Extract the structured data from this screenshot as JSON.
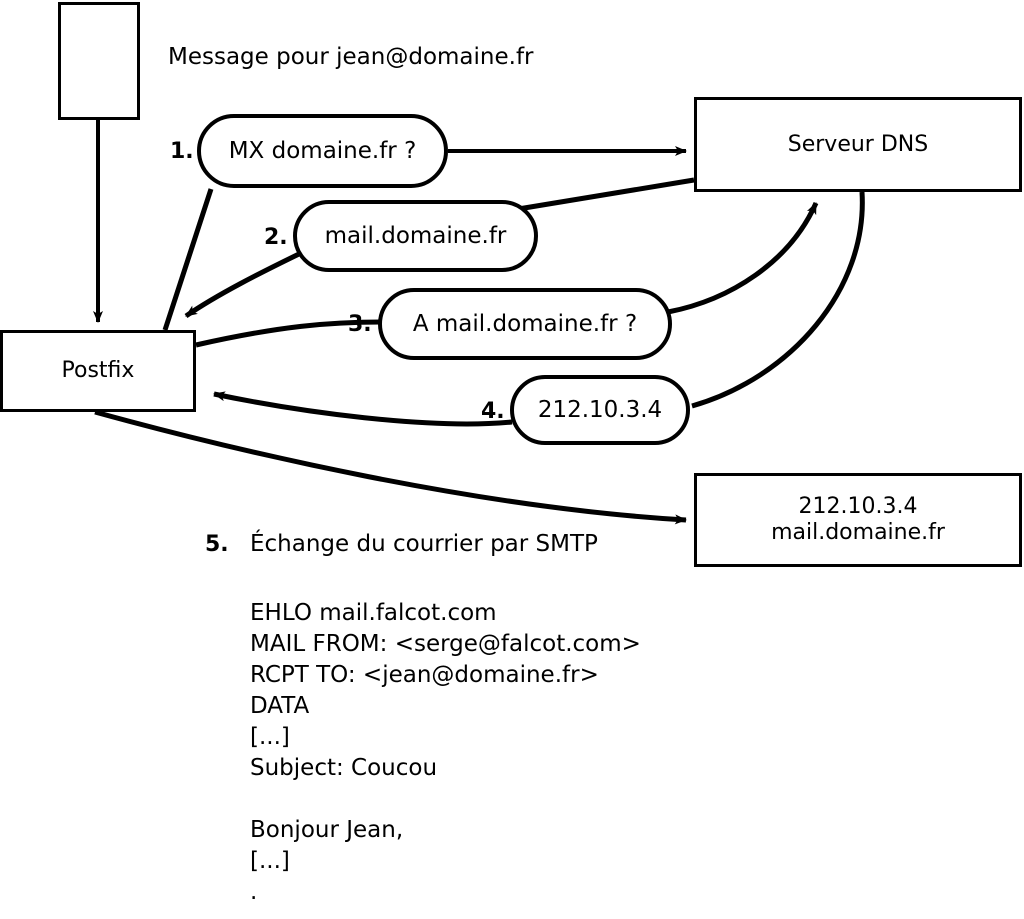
{
  "diagram": {
    "title_note": "Message pour jean@domaine.fr",
    "nodes": {
      "client": {
        "label": ""
      },
      "postfix": {
        "label": "Postfix"
      },
      "dns": {
        "label": "Serveur DNS"
      },
      "remote": {
        "line1": "212.10.3.4",
        "line2": "mail.domaine.fr"
      }
    },
    "steps": [
      {
        "number": "1.",
        "bubble": "MX domaine.fr ?"
      },
      {
        "number": "2.",
        "bubble": "mail.domaine.fr"
      },
      {
        "number": "3.",
        "bubble": "A mail.domaine.fr ?"
      },
      {
        "number": "4.",
        "bubble": "212.10.3.4"
      },
      {
        "number": "5.",
        "label": "Échange du courrier par SMTP"
      }
    ],
    "smtp_transcript": [
      "EHLO mail.falcot.com",
      "MAIL FROM: <serge@falcot.com>",
      "RCPT TO: <jean@domaine.fr>",
      "DATA",
      "[...]",
      "Subject: Coucou",
      "",
      "Bonjour Jean,",
      "[...]",
      "."
    ],
    "colors": {
      "stroke": "#000000",
      "background": "#ffffff"
    }
  }
}
